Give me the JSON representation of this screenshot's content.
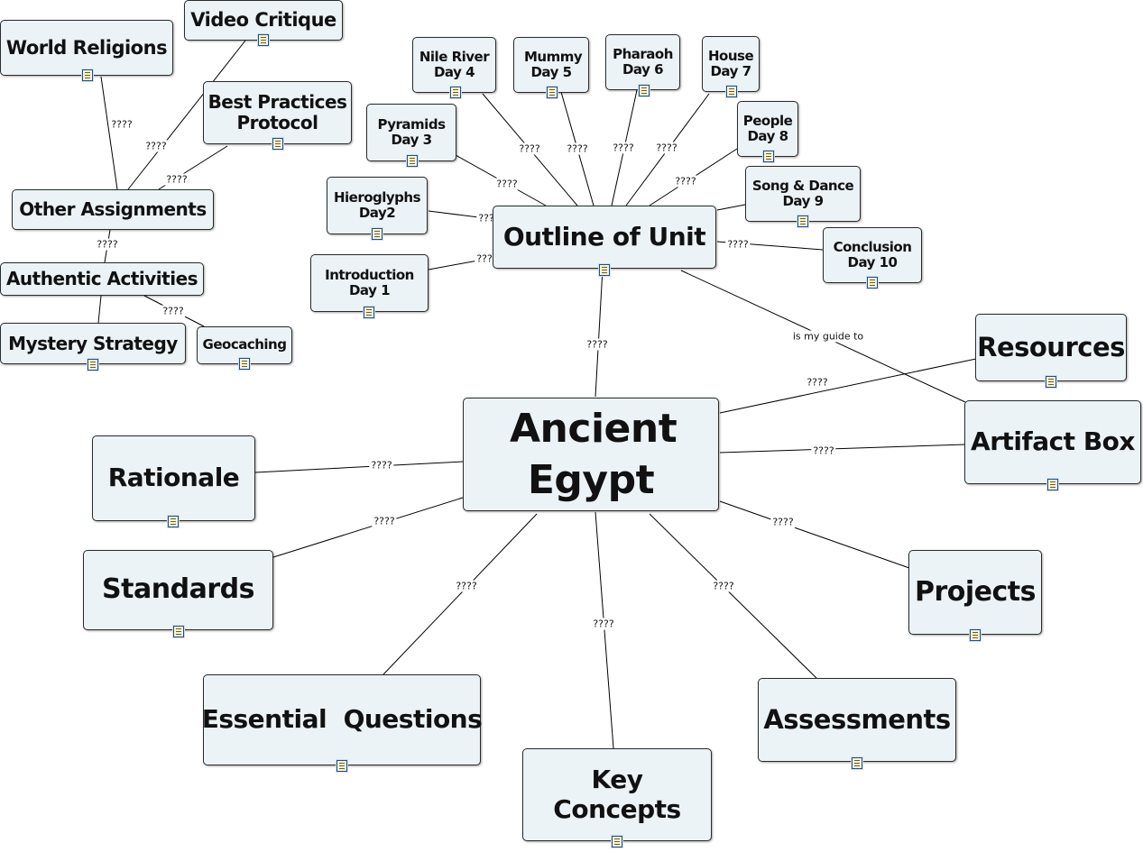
{
  "nodes": {
    "ancient_egypt": "Ancient Egypt",
    "outline": "Outline of Unit",
    "rationale": "Rationale",
    "standards": "Standards",
    "essential_questions": "Essential  Questions",
    "key_concepts": "Key Concepts",
    "assessments": "Assessments",
    "projects": "Projects",
    "artifact_box": "Artifact Box",
    "resources": "Resources",
    "introduction": "Introduction Day 1",
    "hieroglyphs": "Hieroglyphs Day2",
    "pyramids": "Pyramids Day 3",
    "nile": "Nile River Day 4",
    "mummy": "Mummy Day 5",
    "pharaoh": "Pharaoh Day 6",
    "house": "House Day 7",
    "people": "People Day 8",
    "song_dance": "Song & Dance Day 9",
    "conclusion": "Conclusion Day 10",
    "world_religions": "World Religions",
    "video_critique": "Video Critique",
    "best_practices": "Best Practices Protocol",
    "other_assignments": "Other Assignments",
    "authentic_activities": "Authentic Activities",
    "mystery_strategy": "Mystery Strategy",
    "geocaching": "Geocaching"
  },
  "links": {
    "unknown": "????",
    "guide": "is my guide to"
  },
  "icons": {
    "document": "document-icon"
  },
  "colors": {
    "node_fill": "#ebf3f6",
    "node_border": "#2a2a2a",
    "edge": "#000000"
  }
}
